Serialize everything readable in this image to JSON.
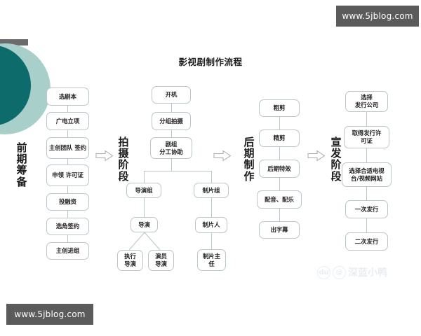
{
  "title": "影视剧制作流程",
  "watermarks": {
    "top_right": "www.5jblog.com",
    "bottom_left": "www.5jblog.com",
    "faint_brand": "深蓝小鸭",
    "faint_paw": "du",
    "faint_at": "@"
  },
  "colors": {
    "box_border": "#b9c6cc",
    "box_fill": "#ffffff",
    "text": "#222222",
    "teal_dark": "#0d6b6b",
    "teal_light": "#a9cfcb",
    "gray_bar": "#6b6b6b",
    "watermark_bg": "#5b5b5b",
    "connector": "#b9c6cc"
  },
  "stages": [
    {
      "id": "stage-1",
      "label": "前期筹备",
      "chars": [
        "前",
        "期",
        "筹",
        "备"
      ]
    },
    {
      "id": "stage-2",
      "label": "拍摄阶段",
      "chars": [
        "拍",
        "摄",
        "阶",
        "段"
      ]
    },
    {
      "id": "stage-3",
      "label": "后期制作",
      "chars": [
        "后",
        "期",
        "制",
        "作"
      ]
    },
    {
      "id": "stage-4",
      "label": "宣发阶段",
      "chars": [
        "宣",
        "发",
        "阶",
        "段"
      ]
    }
  ],
  "arrows": [
    {
      "id": "arrow-1",
      "from": "前期筹备",
      "to": "拍摄阶段"
    },
    {
      "id": "arrow-2",
      "from": "拍摄阶段",
      "to": "后期制作"
    },
    {
      "id": "arrow-3",
      "from": "后期制作",
      "to": "宣发阶段"
    }
  ],
  "columns": [
    {
      "id": "column-preproduction",
      "stage": "前期筹备",
      "nodes": [
        {
          "id": "n1",
          "label": "选剧本"
        },
        {
          "id": "n2",
          "label": "广电立项"
        },
        {
          "id": "n3",
          "label": "主创团队\n签约"
        },
        {
          "id": "n4",
          "label": "申领\n许可证"
        },
        {
          "id": "n5",
          "label": "投融资"
        },
        {
          "id": "n6",
          "label": "选角签约"
        },
        {
          "id": "n7",
          "label": "主创进组"
        }
      ]
    },
    {
      "id": "column-shooting",
      "stage": "拍摄阶段",
      "nodes": [
        {
          "id": "s1",
          "label": "开机"
        },
        {
          "id": "s2",
          "label": "分组拍摄"
        },
        {
          "id": "s3",
          "label": "剧组\n分工协助"
        },
        {
          "id": "s4",
          "label": "导演组"
        },
        {
          "id": "s5",
          "label": "制片组"
        },
        {
          "id": "s6",
          "label": "导演"
        },
        {
          "id": "s7",
          "label": "制片人"
        },
        {
          "id": "s8",
          "label": "执行\n导演"
        },
        {
          "id": "s9",
          "label": "演员\n导演"
        },
        {
          "id": "s10",
          "label": "制片主\n任"
        }
      ]
    },
    {
      "id": "column-postproduction",
      "stage": "后期制作",
      "nodes": [
        {
          "id": "p1",
          "label": "粗剪"
        },
        {
          "id": "p2",
          "label": "精剪"
        },
        {
          "id": "p3",
          "label": "后期特效"
        },
        {
          "id": "p4",
          "label": "配音、配乐"
        },
        {
          "id": "p5",
          "label": "出字幕"
        }
      ]
    },
    {
      "id": "column-distribution",
      "stage": "宣发阶段",
      "nodes": [
        {
          "id": "d1",
          "label": "选择\n发行公司"
        },
        {
          "id": "d2",
          "label": "取得发行许\n可证"
        },
        {
          "id": "d3",
          "label": "选择合适电视\n台/视频网站"
        },
        {
          "id": "d4",
          "label": "一次发行"
        },
        {
          "id": "d5",
          "label": "二次发行"
        }
      ]
    }
  ]
}
